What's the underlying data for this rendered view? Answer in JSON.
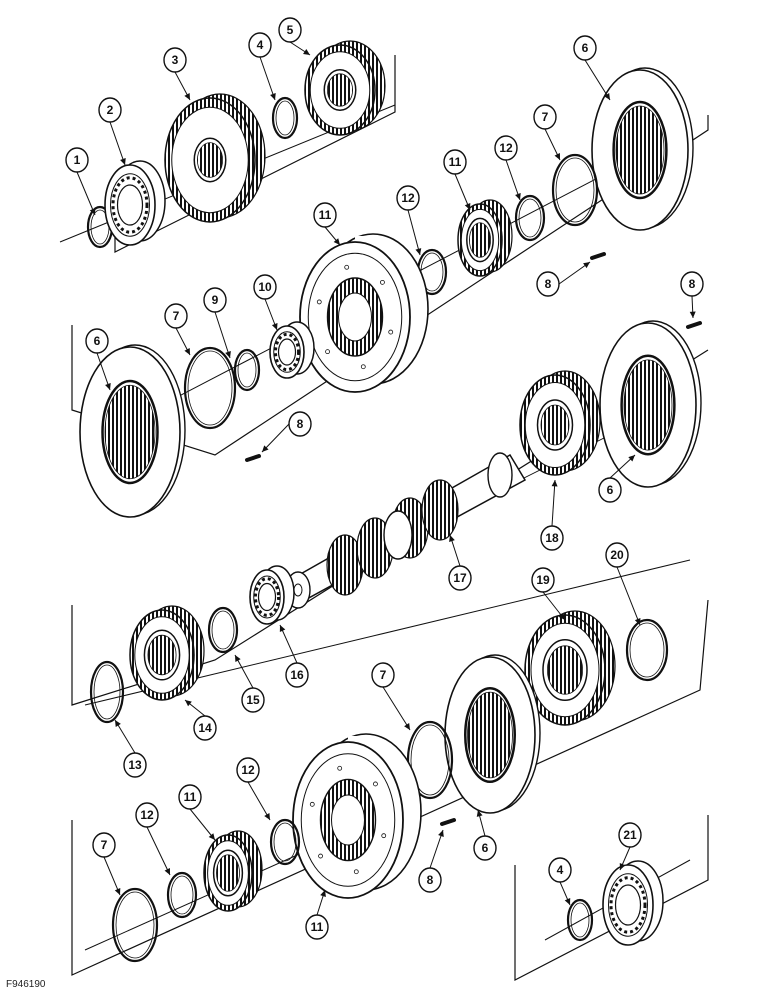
{
  "figure": {
    "code": "F946190"
  },
  "callouts": [
    {
      "label": "1"
    },
    {
      "label": "2"
    },
    {
      "label": "3"
    },
    {
      "label": "4"
    },
    {
      "label": "5"
    },
    {
      "label": "6"
    },
    {
      "label": "7"
    },
    {
      "label": "12"
    },
    {
      "label": "11"
    },
    {
      "label": "12"
    },
    {
      "label": "11"
    },
    {
      "label": "8"
    },
    {
      "label": "8"
    },
    {
      "label": "6"
    },
    {
      "label": "7"
    },
    {
      "label": "9"
    },
    {
      "label": "10"
    },
    {
      "label": "8"
    },
    {
      "label": "6"
    },
    {
      "label": "18"
    },
    {
      "label": "17"
    },
    {
      "label": "20"
    },
    {
      "label": "19"
    },
    {
      "label": "16"
    },
    {
      "label": "15"
    },
    {
      "label": "14"
    },
    {
      "label": "13"
    },
    {
      "label": "7"
    },
    {
      "label": "12"
    },
    {
      "label": "11"
    },
    {
      "label": "12"
    },
    {
      "label": "7"
    },
    {
      "label": "11"
    },
    {
      "label": "8"
    },
    {
      "label": "6"
    },
    {
      "label": "4"
    },
    {
      "label": "21"
    }
  ]
}
